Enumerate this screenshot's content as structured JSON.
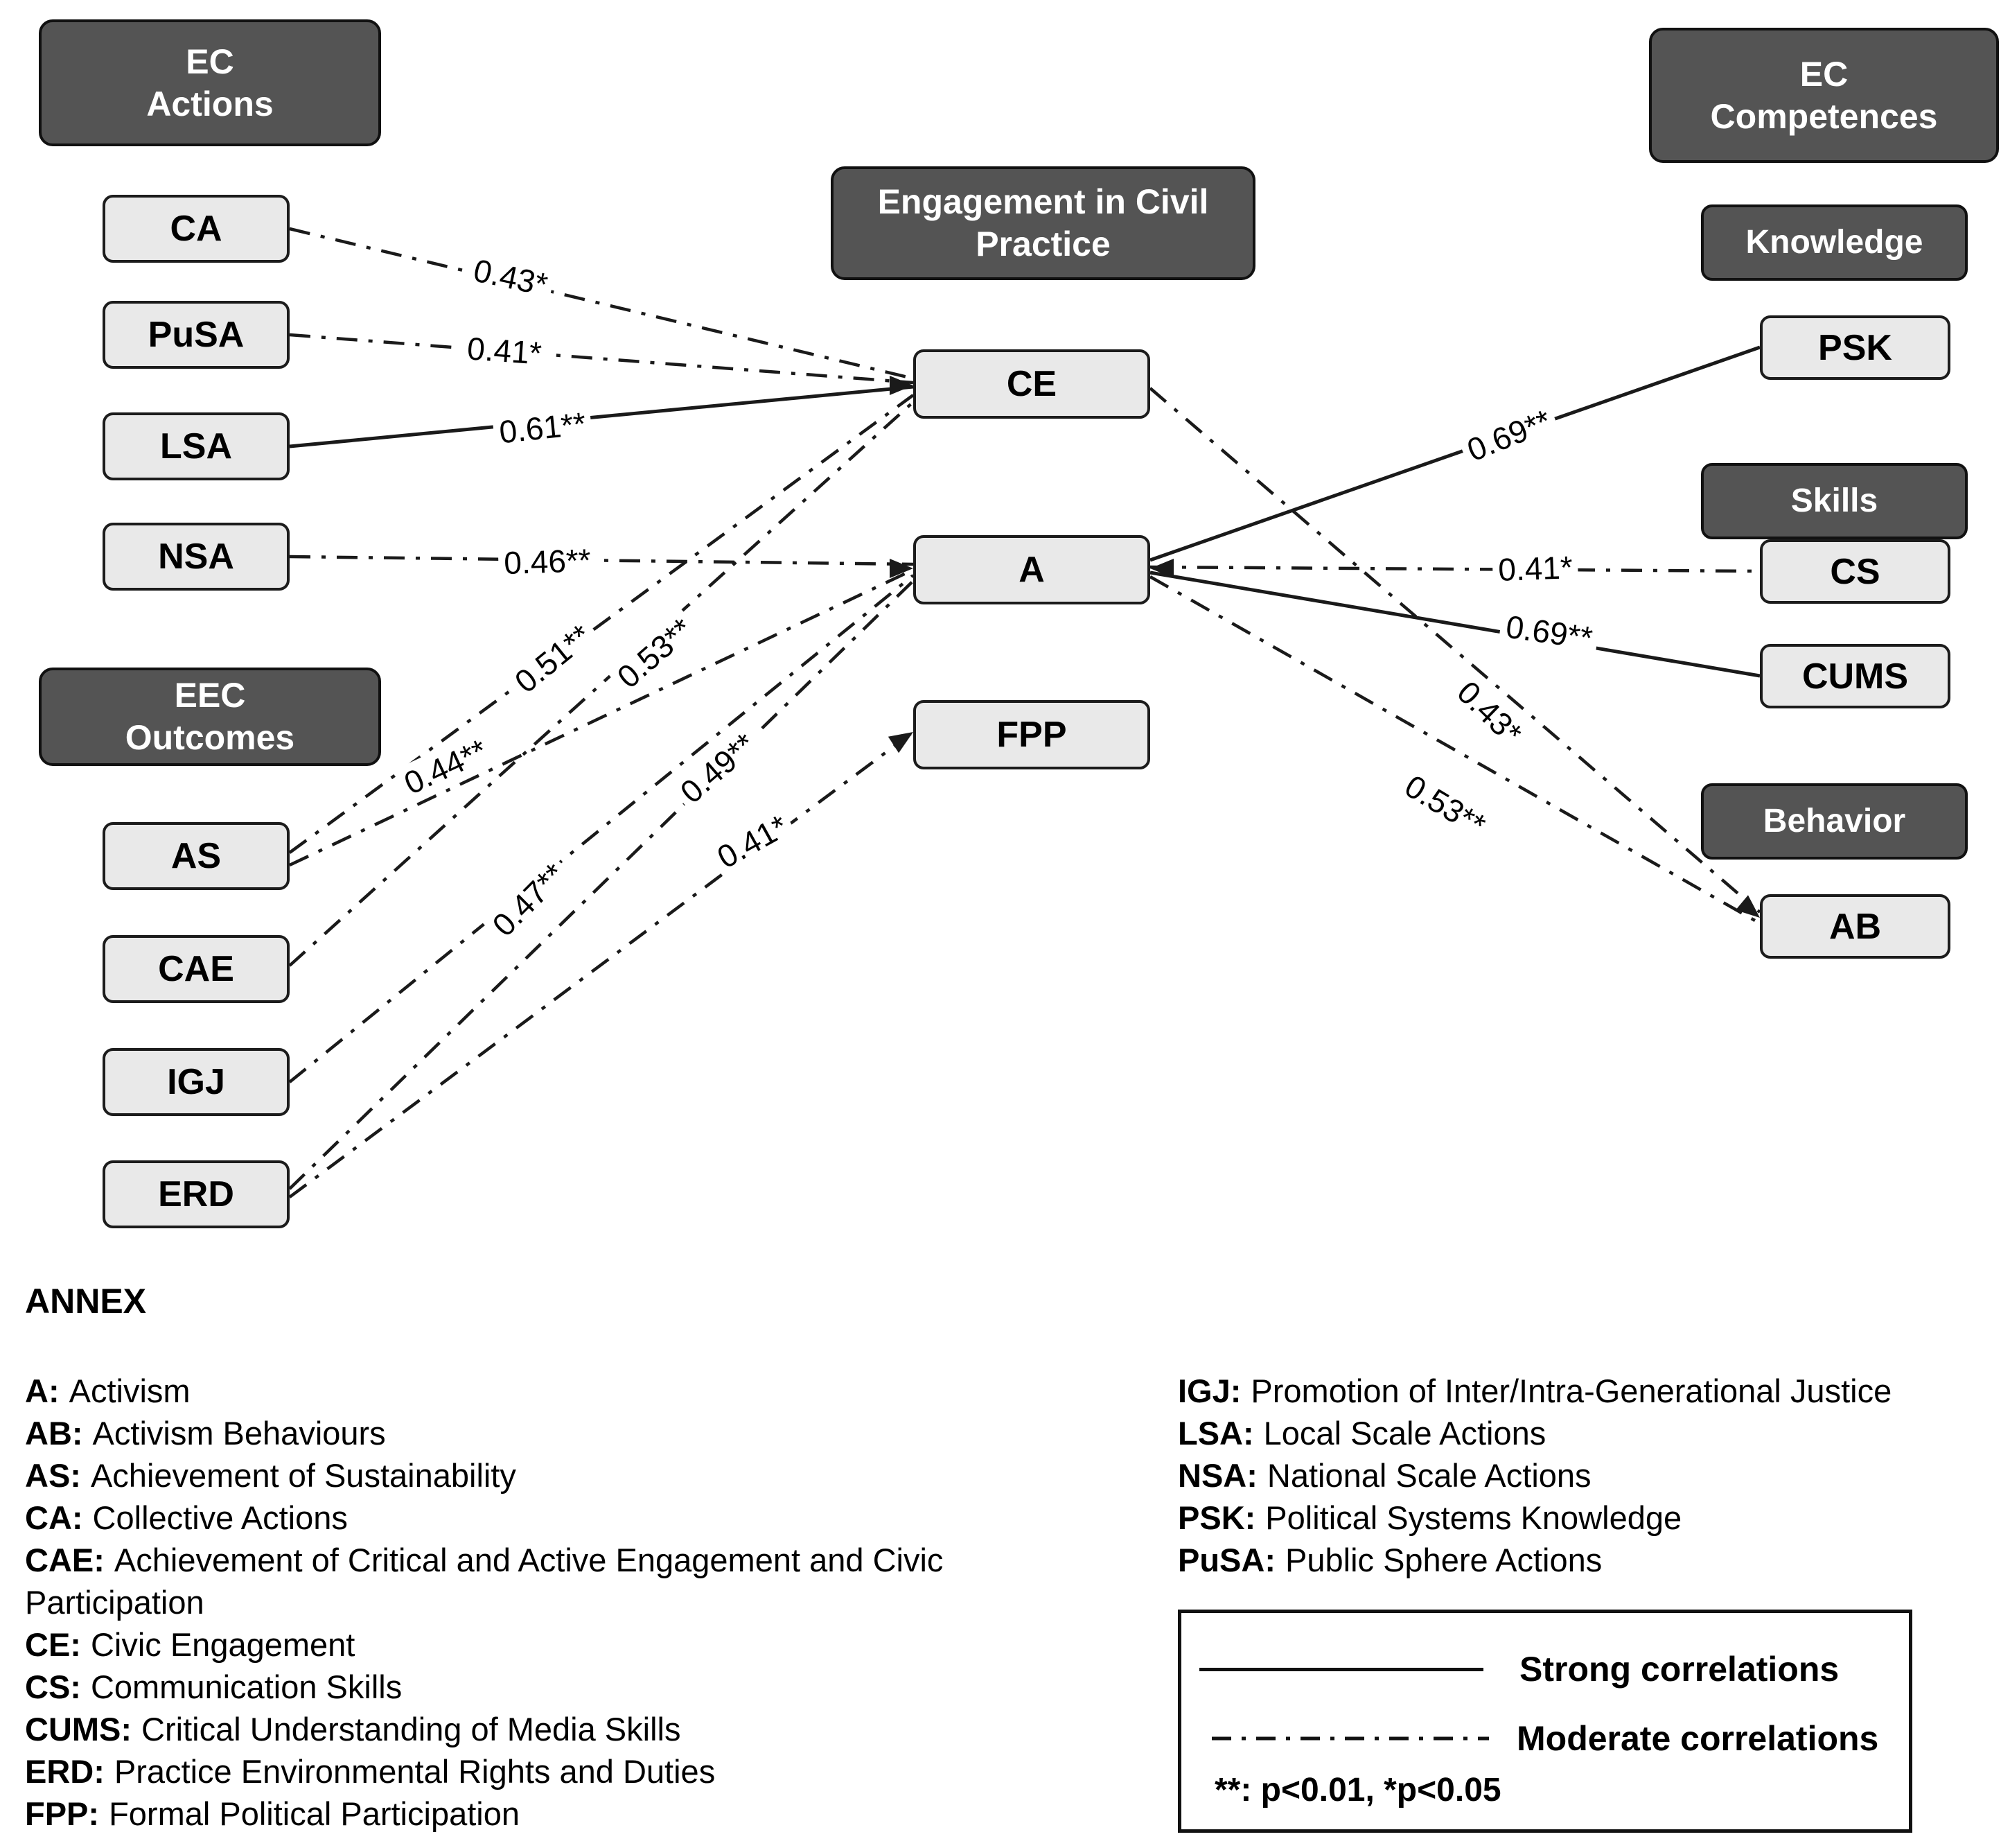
{
  "diagram": {
    "headers": {
      "ec_actions": {
        "line1": "EC",
        "line2": "Actions"
      },
      "eec_outcomes": {
        "line1": "EEC",
        "line2": "Outcomes"
      },
      "engagement": {
        "line1": "Engagement in Civil",
        "line2": "Practice"
      },
      "ec_competences": {
        "line1": "EC",
        "line2": "Competences"
      },
      "knowledge": "Knowledge",
      "skills": "Skills",
      "behavior": "Behavior"
    },
    "nodes": {
      "ca": "CA",
      "pusa": "PuSA",
      "lsa": "LSA",
      "nsa": "NSA",
      "as": "AS",
      "cae": "CAE",
      "igj": "IGJ",
      "erd": "ERD",
      "ce": "CE",
      "a": "A",
      "fpp": "FPP",
      "psk": "PSK",
      "cs": "CS",
      "cums": "CUMS",
      "ab": "AB"
    },
    "edges": {
      "e1": {
        "from": "CA",
        "to": "CE",
        "value": "0.43*",
        "strength": "moderate"
      },
      "e2": {
        "from": "PuSA",
        "to": "CE",
        "value": "0.41*",
        "strength": "moderate"
      },
      "e3": {
        "from": "LSA",
        "to": "CE",
        "value": "0.61**",
        "strength": "strong"
      },
      "e4": {
        "from": "NSA",
        "to": "A",
        "value": "0.46**",
        "strength": "moderate"
      },
      "e5": {
        "from": "AS",
        "to": "CE",
        "value": "0.51**",
        "strength": "moderate"
      },
      "e6": {
        "from": "CAE",
        "to": "CE",
        "value": "0.53**",
        "strength": "moderate"
      },
      "e7": {
        "from": "AS",
        "to": "A",
        "value": "0.44**",
        "strength": "moderate"
      },
      "e8": {
        "from": "IGJ",
        "to": "A",
        "value": "0.47**",
        "strength": "moderate"
      },
      "e9": {
        "from": "ERD",
        "to": "A",
        "value": "0.49**",
        "strength": "moderate"
      },
      "e10": {
        "from": "ERD",
        "to": "FPP",
        "value": "0.41*",
        "strength": "moderate"
      },
      "e11": {
        "from": "A",
        "to": "PSK",
        "value": "0.69**",
        "strength": "strong"
      },
      "e12": {
        "from": "A",
        "to": "CS",
        "value": "0.41*",
        "strength": "moderate"
      },
      "e13": {
        "from": "A",
        "to": "CUMS",
        "value": "0.69**",
        "strength": "strong"
      },
      "e14": {
        "from": "CE",
        "to": "AB",
        "value": "0.43*",
        "strength": "moderate"
      },
      "e15": {
        "from": "A",
        "to": "AB",
        "value": "0.53**",
        "strength": "moderate"
      }
    }
  },
  "annex": {
    "title": "ANNEX",
    "left": [
      {
        "term": "A:",
        "definition": "Activism"
      },
      {
        "term": "AB:",
        "definition": "Activism Behaviours"
      },
      {
        "term": "AS:",
        "definition": "Achievement of Sustainability"
      },
      {
        "term": "CA:",
        "definition": "Collective Actions"
      },
      {
        "term": "CAE:",
        "definition": "Achievement of Critical and Active Engagement and Civic Participation"
      },
      {
        "term": "CE:",
        "definition": "Civic Engagement"
      },
      {
        "term": "CS:",
        "definition": "Communication Skills"
      },
      {
        "term": "CUMS:",
        "definition": "Critical Understanding of Media Skills"
      },
      {
        "term": "ERD:",
        "definition": "Practice Environmental Rights and Duties"
      },
      {
        "term": "FPP:",
        "definition": "Formal Political Participation"
      }
    ],
    "right": [
      {
        "term": "IGJ:",
        "definition": "Promotion of Inter/Intra-Generational Justice"
      },
      {
        "term": "LSA:",
        "definition": "Local Scale Actions"
      },
      {
        "term": "NSA:",
        "definition": "National Scale Actions"
      },
      {
        "term": "PSK:",
        "definition": "Political Systems Knowledge"
      },
      {
        "term": "PuSA:",
        "definition": "Public Sphere Actions"
      }
    ]
  },
  "legend": {
    "strong_label": "Strong correlations",
    "moderate_label": "Moderate correlations",
    "note": "**: p<0.01, *p<0.05"
  },
  "colors": {
    "header_fill": "#545454",
    "node_fill": "#e9e9e9",
    "line": "#1a1a1a",
    "background": "#ffffff"
  }
}
